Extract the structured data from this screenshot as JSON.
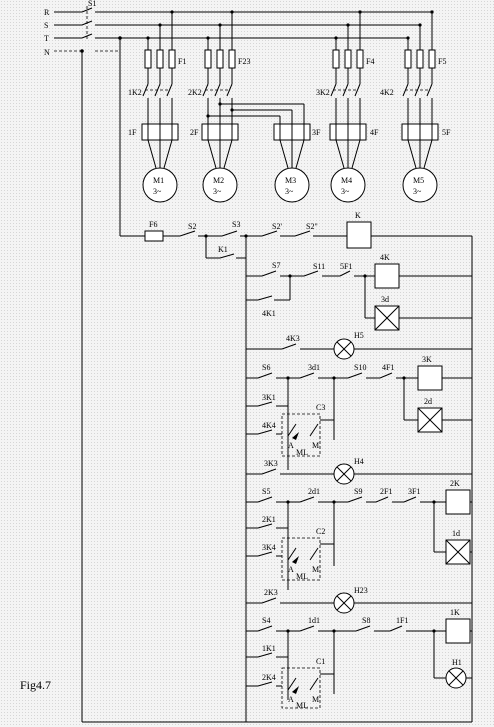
{
  "figure": {
    "caption": "Fig4.7"
  },
  "colors": {
    "line": "#000000",
    "background": "#f4f4f4"
  },
  "power": {
    "phases": [
      "R",
      "S",
      "T"
    ],
    "neutral": "N",
    "main_switch": "S1",
    "fuses": [
      "F1",
      "F23",
      "F4",
      "F5"
    ],
    "contactors": [
      "1K2",
      "2K2",
      "3K2",
      "4K2"
    ],
    "relays": [
      "1F",
      "2F",
      "3F",
      "4F",
      "5F"
    ],
    "motors": [
      {
        "name": "M1",
        "sub": "1",
        "phase": "3~"
      },
      {
        "name": "M2",
        "sub": "2",
        "phase": "3~"
      },
      {
        "name": "M3",
        "sub": "3",
        "phase": "3~"
      },
      {
        "name": "M4",
        "sub": "4",
        "phase": "3~"
      },
      {
        "name": "M5",
        "sub": "5",
        "phase": "3~"
      }
    ]
  },
  "control": {
    "top": {
      "fuse": "F6",
      "s2": "S2",
      "s3": "S3",
      "s2b": "S2'",
      "s2c": "S2\"",
      "coil": "K",
      "k1": "K1"
    },
    "motor4": {
      "s7": "S7",
      "s11": "S11",
      "f1": "5F1",
      "coil": "4K",
      "timer": "3d",
      "hold": "4K1"
    },
    "lamp5": {
      "contact": "4K3",
      "lamp": "H5"
    },
    "motor3": {
      "s6": "S6",
      "timer_contact": "3d1",
      "s10": "S10",
      "f1": "4F1",
      "coil": "3K",
      "timer": "2d",
      "hold": "3K1",
      "interlock": "4K4",
      "cap": "C3",
      "a": "A",
      "m": "M",
      "ml": "ML"
    },
    "lamp4": {
      "contact": "3K3",
      "lamp": "H4"
    },
    "motor2": {
      "s5": "S5",
      "timer_contact": "2d1",
      "s9": "S9",
      "f1a": "2F1",
      "f1b": "3F1",
      "coil": "2K",
      "timer": "1d",
      "hold": "2K1",
      "interlock": "3K4",
      "cap": "C2",
      "a": "A",
      "m": "M",
      "ml": "ML"
    },
    "lamp23": {
      "contact": "2K3",
      "lamp": "H23"
    },
    "motor1": {
      "s4": "S4",
      "timer_contact": "1d1",
      "s8": "S8",
      "f1": "1F1",
      "coil": "1K",
      "lamp": "H1",
      "hold": "1K1",
      "interlock": "2K4",
      "cap": "C1",
      "a": "A",
      "m": "M",
      "ml": "ML"
    }
  }
}
